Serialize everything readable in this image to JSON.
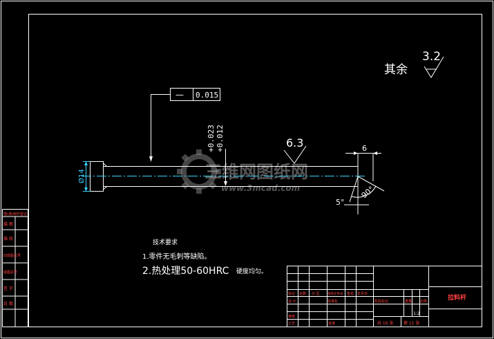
{
  "drawing": {
    "title": "拉料杆",
    "surface_finish_other_label": "其余",
    "surface_finish_other_value": "3.2",
    "surface_finish_value": "6.3",
    "flatness_symbol": "—",
    "flatness_tolerance": "0.015",
    "tolerance_upper": "+0.023",
    "tolerance_lower": "+0.012",
    "diameter_label": "Ø14",
    "dim_width": "6",
    "dim_angle_large": "90°",
    "dim_angle_small": "5°",
    "tech_req_heading": "技术要求",
    "tech_req_1": "1.零件无毛刺等缺陷。",
    "tech_req_2a": "2.热处理50-60HRC",
    "tech_req_2b": "硬度均匀。",
    "watermark_title": "三维网图纸网",
    "watermark_url": "www.3mcad.com"
  },
  "side_panel": [
    "借(通)用件登记",
    "描 图",
    "描 校",
    "旧底图总号",
    "底图总号",
    "签 字",
    "日 期"
  ],
  "title_block": {
    "row_labels": [
      "标记",
      "处数",
      "分 区",
      "更改文件号",
      "签名",
      "年月日"
    ],
    "designer": "设 计",
    "standardization": "标准化",
    "stage_marking": "阶段标记",
    "weight": "重量",
    "scale_label": "比例",
    "scale_value": "1:2",
    "review": "审核",
    "process": "工艺",
    "approve": "批准",
    "sheets_total": "共 16 张",
    "sheet_no": "第 11 张"
  }
}
